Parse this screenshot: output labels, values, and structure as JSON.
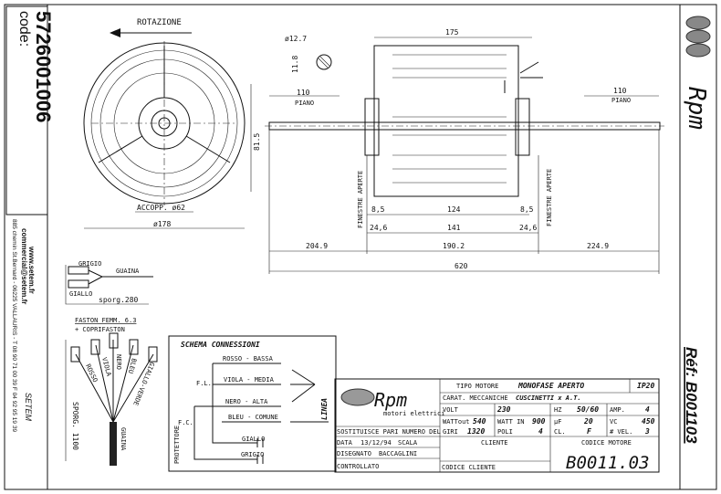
{
  "left_strip": {
    "code_label": "code:",
    "code": "5726001006",
    "website": "www.setem.fr",
    "email": "commercial@setem.fr",
    "address": "885 chemin St.Bernard - 06225 VALLAURIS - T 08 90 71 00 39 F 04 92 95 19 39",
    "brand": "SETEM"
  },
  "right_strip": {
    "brand": "Rpm",
    "ref": "Réf: B001103"
  },
  "front_view": {
    "rotation_label": "ROTAZIONE",
    "dim_height": "81.5",
    "coupling": "ACCOPP. ø62",
    "diameter": "ø178"
  },
  "side_view": {
    "shaft_diameter": "ø12.7",
    "flat_depth": "11.8",
    "length_body": "175",
    "flat_left": "110",
    "flat_left_label": "PIANO",
    "flat_right": "110",
    "flat_right_label": "PIANO",
    "windows_left": "FINESTRE APERTE",
    "windows_right": "FINESTRE APERTE",
    "dim_8_5_left": "8,5",
    "dim_124": "124",
    "dim_8_5_right": "8,5",
    "dim_24_6_left": "24,6",
    "dim_141": "141",
    "dim_24_6_right": "24,6",
    "dim_204_9": "204.9",
    "dim_190_2": "190.2",
    "dim_224_9": "224.9",
    "dim_620": "620"
  },
  "cable_small": {
    "grigio": "GRIGIO",
    "giallo": "GIALLO",
    "guaina": "GUAINA",
    "sporg": "sporg.280"
  },
  "cable_large": {
    "faston": "FASTON FEMM. 6.3",
    "coprifaston": "+ COPRIFASTON",
    "wires": [
      "ROSSO",
      "VIOLA",
      "NERO",
      "BLEU",
      "GIALLO-VERDE"
    ],
    "guaina": "GUAINA",
    "sporg": "SPORG. 1100"
  },
  "schema": {
    "title": "SCHEMA CONNESSIONI",
    "rosso": "ROSSO - BASSA",
    "viola": "VIOLA - MEDIA",
    "nero": "NERO - ALTA",
    "bleu": "BLEU - COMUNE",
    "fl": "F.L.",
    "fc": "F.C.",
    "giallo": "GIALLO",
    "grigio": "GRIGIO",
    "protettore": "PROTETTORE",
    "linea": "LINEA"
  },
  "title_block": {
    "logo": "Rpm",
    "logo_sub": "motori elettrici",
    "tipo_motore_label": "TIPO MOTORE",
    "tipo_motore": "MONOFASE APERTO",
    "ip": "IP20",
    "carat_label": "CARAT. MECCANICHE",
    "carat": "CUSCINETTI x A.T.",
    "volt_label": "VOLT",
    "volt": "230",
    "hz_label": "HZ",
    "hz": "50/60",
    "amp_label": "AMP.",
    "amp": "4",
    "wattout_label": "WATTout",
    "wattout": "540",
    "wattin_label": "WATT IN",
    "wattin": "900",
    "uf_label": "µF",
    "uf": "20",
    "vc_label": "VC",
    "vc": "450",
    "sostituisce": "SOSTITUISCE PARI NUMERO DEL",
    "giri_label": "GIRI",
    "giri": "1320",
    "poli_label": "POLI",
    "poli": "4",
    "cl_label": "CL.",
    "cl": "F",
    "vel_label": "# VEL.",
    "vel": "3",
    "data_label": "DATA",
    "data": "13/12/94",
    "scala_label": "SCALA",
    "cliente_label": "CLIENTE",
    "codice_motore_label": "CODICE MOTORE",
    "disegnato_label": "DISEGNATO",
    "disegnato": "BACCAGLINI",
    "controllato_label": "CONTROLLATO",
    "codice_cliente_label": "CODICE CLIENTE",
    "codice_motore": "B0011.03"
  }
}
